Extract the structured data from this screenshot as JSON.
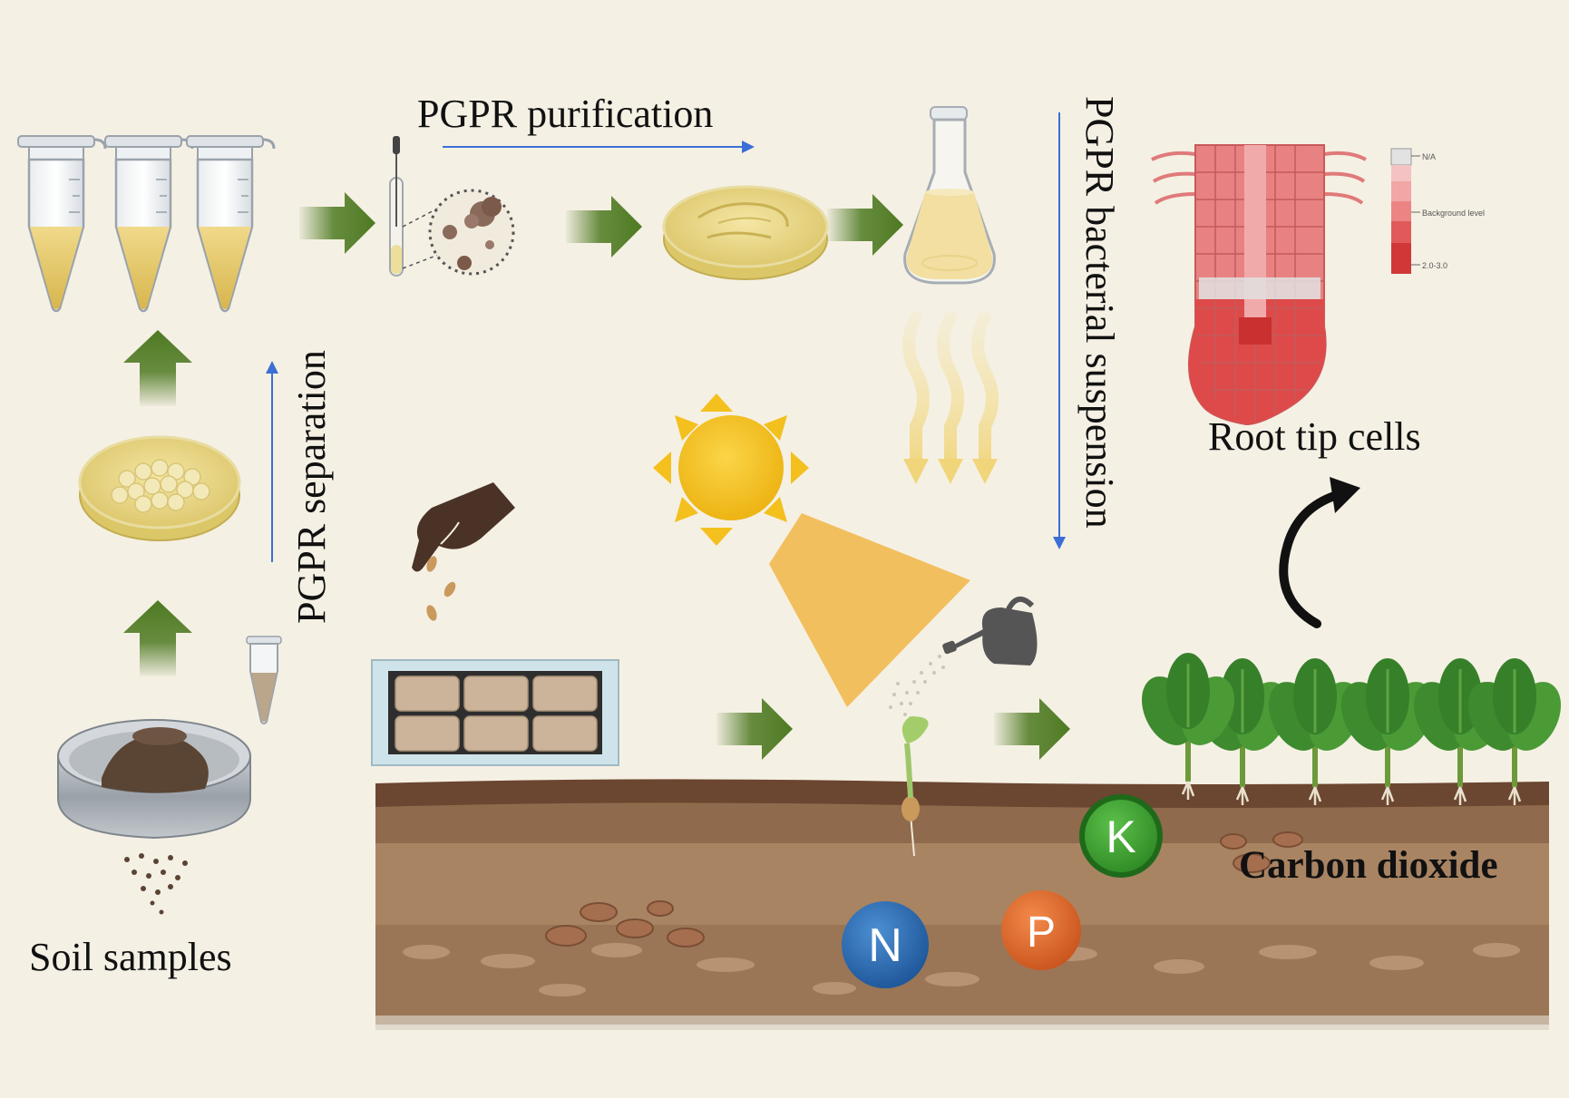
{
  "labels": {
    "pgpr_purification": "PGPR purification",
    "pgpr_separation": "PGPR  separation",
    "pgpr_suspension": "PGPR bacterial suspension",
    "root_tip_cells": "Root tip cells",
    "soil_samples": "Soil samples",
    "carbon_dioxide": "Carbon dioxide"
  },
  "nutrients": {
    "n": "N",
    "p": "P",
    "k": "K"
  },
  "heatmap_legend": {
    "top": "N/A",
    "middle": "Background level",
    "bottom": "2.0-3.0"
  },
  "icons": [
    "centrifuge-tube-icon",
    "petri-dish-icon",
    "test-tube-icon",
    "microscope-zoom-icon",
    "erlenmeyer-flask-icon",
    "soil-sieve-icon",
    "sun-icon",
    "hand-sowing-seeds-icon",
    "seedling-tray-icon",
    "watering-can-icon",
    "sprout-icon",
    "spinach-plants-icon",
    "root-tip-cells-icon",
    "curved-arrow-icon",
    "heat-waves-icon"
  ],
  "colors": {
    "background": "#f5f0e4",
    "arrow_green": "#4e7a22",
    "flow_blue": "#3b6fd6",
    "medium_yellow": "#ead98a",
    "soil_dark": "#6b4630",
    "soil_mid": "#8f6a4c",
    "soil_light": "#a98463",
    "sun": "#f4c01e",
    "light_cone": "#f2bf5e",
    "nutrient_n": "#2f6fb5",
    "nutrient_p": "#e06a2c",
    "nutrient_k": "#3fa535",
    "root_red": "#e06a6a",
    "root_dark_red": "#d83a3a"
  }
}
